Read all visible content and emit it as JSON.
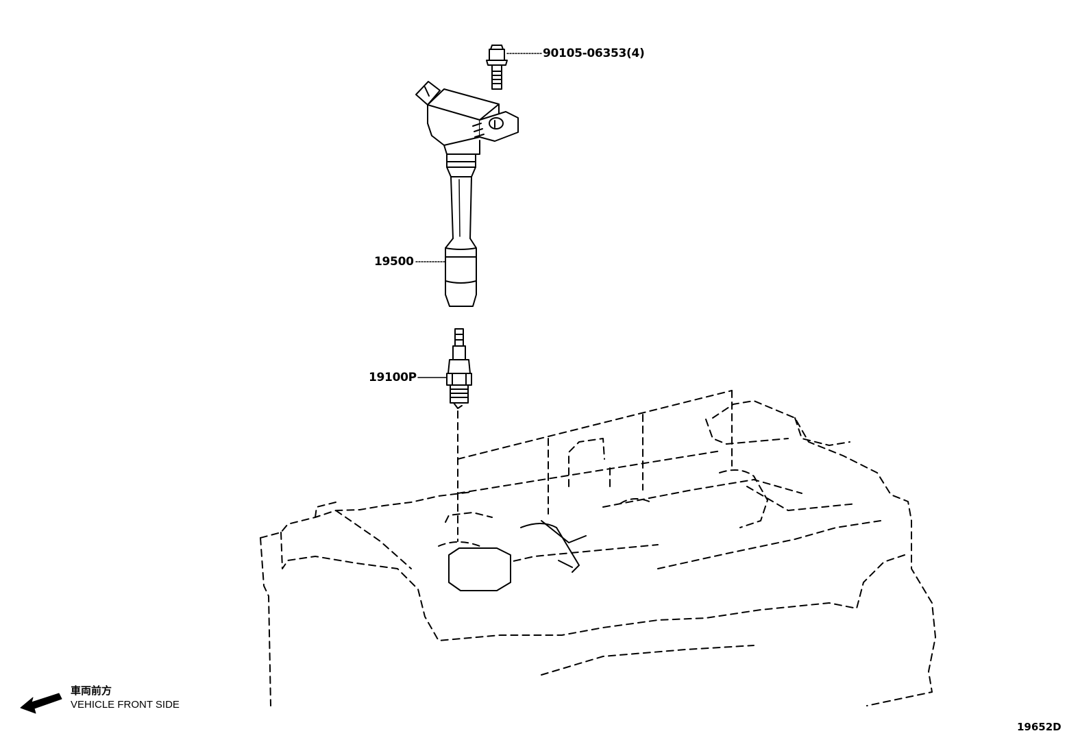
{
  "parts": {
    "bolt": "90105-06353(4)",
    "ignition_coil": "19500",
    "spark_plug": "19100P"
  },
  "direction": {
    "japanese": "車両前方",
    "english": "VEHICLE FRONT SIDE",
    "icon": "arrow-left-down-icon"
  },
  "diagram_ref": "19652D"
}
